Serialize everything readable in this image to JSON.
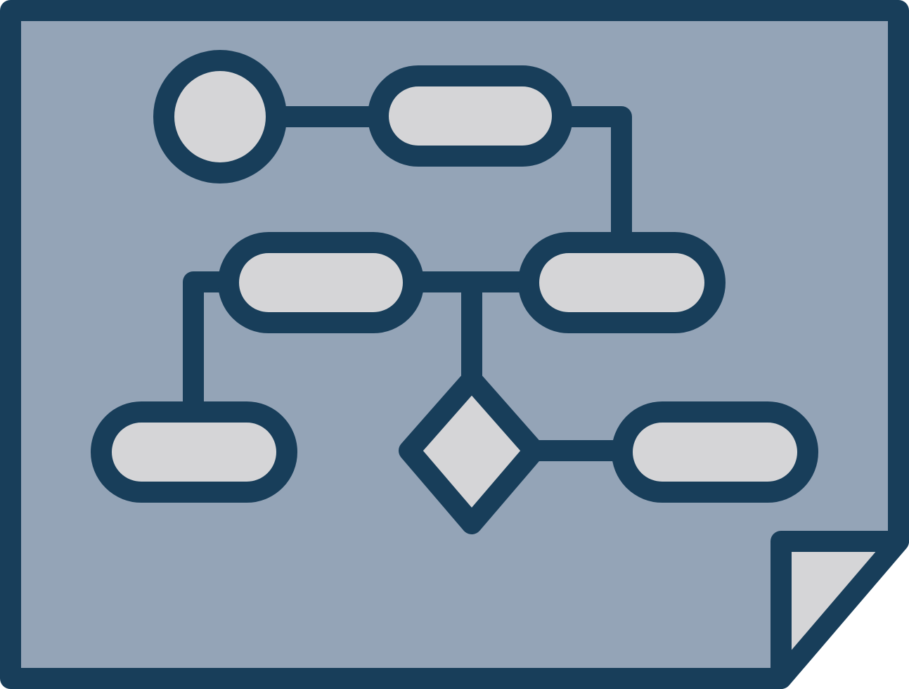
{
  "icon": {
    "name": "flowchart-document-icon",
    "colors": {
      "stroke": "#183e5a",
      "sheet_fill": "#94a4b7",
      "shape_fill": "#d5d5d7",
      "fold_fill": "#d5d5d7"
    },
    "nodes": [
      {
        "id": "start",
        "shape": "circle"
      },
      {
        "id": "process-top",
        "shape": "rounded-rect"
      },
      {
        "id": "process-mid-left",
        "shape": "rounded-rect"
      },
      {
        "id": "process-mid-right",
        "shape": "rounded-rect"
      },
      {
        "id": "process-bottom-left",
        "shape": "rounded-rect"
      },
      {
        "id": "decision",
        "shape": "diamond"
      },
      {
        "id": "process-bottom-right",
        "shape": "rounded-rect"
      }
    ],
    "connectors": [
      {
        "from": "start",
        "to": "process-top"
      },
      {
        "from": "process-top",
        "to": "process-mid-right"
      },
      {
        "from": "process-mid-left",
        "to": "process-mid-right"
      },
      {
        "from": "process-mid-left",
        "to": "process-bottom-left"
      },
      {
        "from": "process-mid-left",
        "to": "decision"
      },
      {
        "from": "decision",
        "to": "process-bottom-right"
      }
    ]
  }
}
